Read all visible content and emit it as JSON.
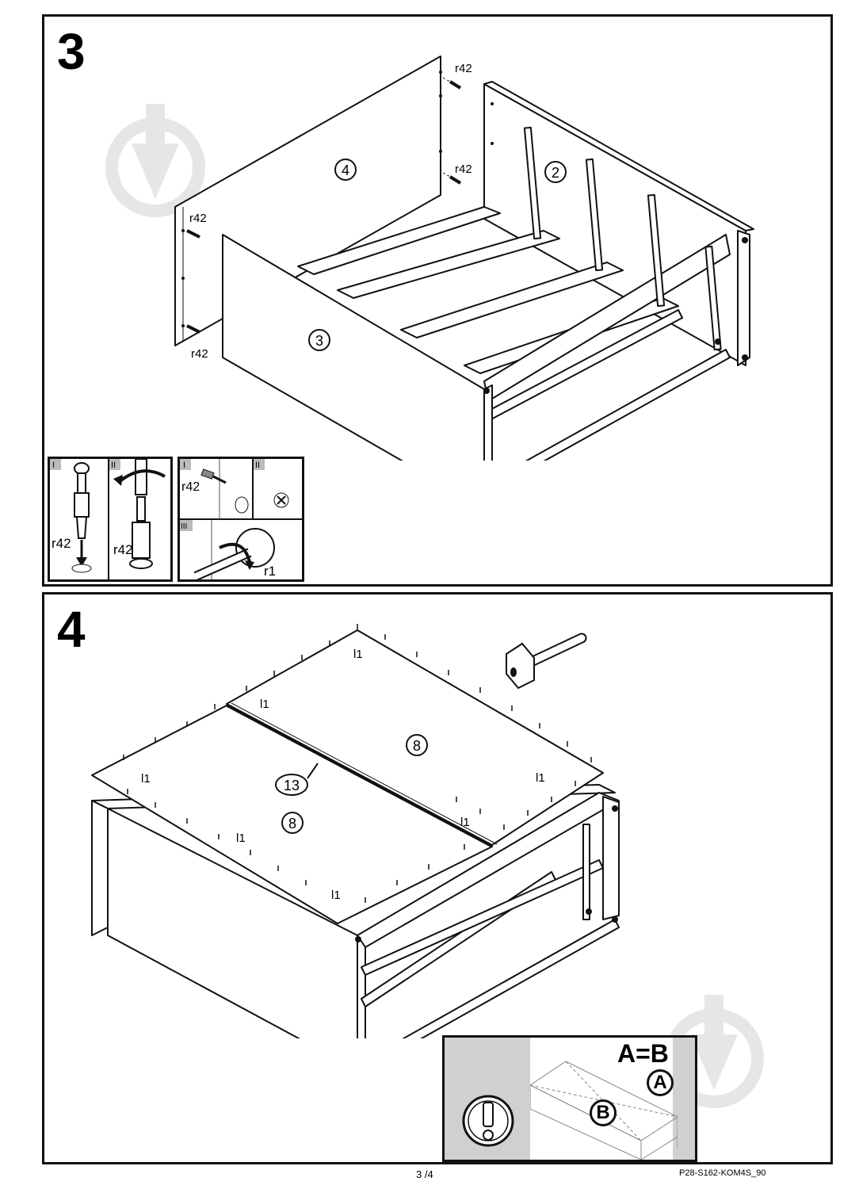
{
  "steps": [
    {
      "number": "3",
      "part_labels": [
        "4",
        "2",
        "3"
      ],
      "fitting_labels": [
        "r42",
        "r42",
        "r42",
        "r42"
      ],
      "detail_a": {
        "stage_1": "I",
        "stage_2": "II",
        "fitting_1": "r42",
        "fitting_2": "r42"
      },
      "detail_b": {
        "stage_1": "I",
        "stage_2": "II",
        "stage_3": "III",
        "fitting_1": "r42",
        "fitting_2": "r1"
      }
    },
    {
      "number": "4",
      "part_labels": [
        "8",
        "8",
        "13"
      ],
      "nail_labels": [
        "l1",
        "l1",
        "l1",
        "l1",
        "l1",
        "l1",
        "l1"
      ],
      "check": {
        "equation": "A=B",
        "label_a": "A",
        "label_b": "B"
      }
    }
  ],
  "footer": {
    "page": "3 /4",
    "code": "P28-S162-KOM4S_90"
  },
  "icons": [
    "warning-icon",
    "hammer-icon",
    "watermark-pencil-icon",
    "rotate-arrow-icon",
    "screw-head-icon"
  ]
}
